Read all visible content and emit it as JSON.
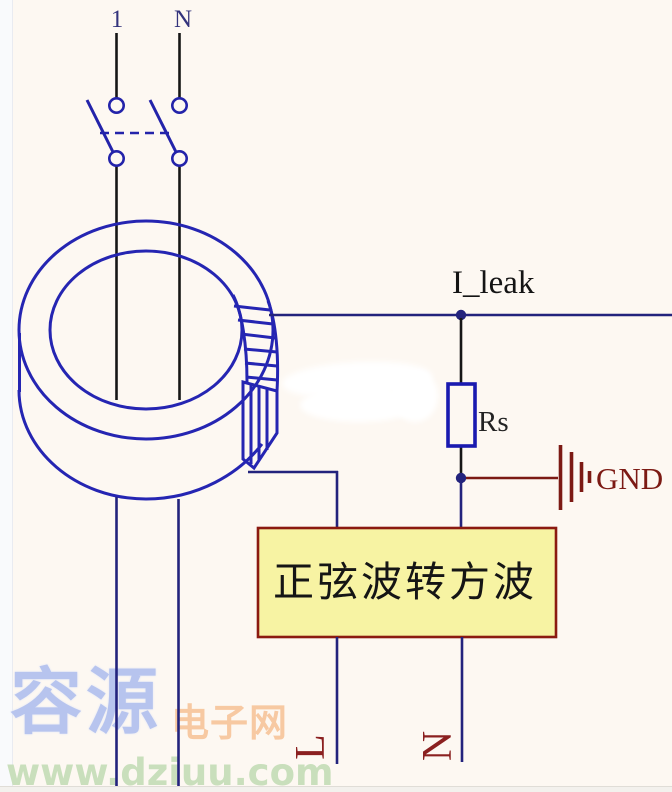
{
  "schematic": {
    "type": "leakage-current-detection-circuit",
    "input_labels": {
      "line": "1",
      "neutral": "N"
    },
    "net_label": "I_leak",
    "resistor_label": "Rs",
    "ground_label": "GND",
    "converter_label": "正弦波转方波",
    "output_labels": {
      "line": "L",
      "neutral": "N"
    },
    "symbols": [
      "dpst-switch",
      "toroidal-current-transformer",
      "resistor",
      "earth-ground",
      "junction-dot"
    ]
  },
  "watermark": {
    "site_name_primary": "容源",
    "site_name_secondary": "电子网",
    "site_url": "www.dziuu.com"
  },
  "colors": {
    "background": "#fdf8f2",
    "wire_navy": "#23237d",
    "wire_black": "#161616",
    "transformer_blue": "#2525b2",
    "switch_blue": "#2323aa",
    "resistor_blue": "#1a1ab0",
    "accent_maroon": "#7c1a14",
    "box_fill": "#f7f3a3",
    "box_border": "#8b1a10",
    "top_label_navy": "#33337c",
    "watermark_blue": "#b7c4ee",
    "watermark_peach": "#f7c9a2",
    "watermark_green": "#c9dfbc"
  }
}
